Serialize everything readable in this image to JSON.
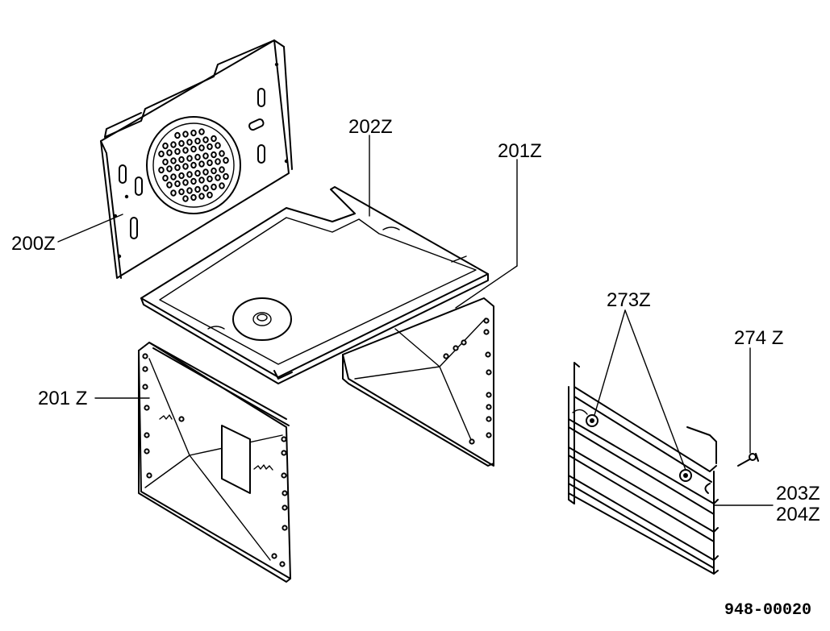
{
  "labels": {
    "rear_panel": "200Z",
    "top_panel": "202Z",
    "side_panel_right": "201Z",
    "side_panel_left": "201 Z",
    "rack_bolts": "273Z",
    "screw": "274 Z",
    "rack_a": "203Z",
    "rack_b": "204Z"
  },
  "reference": "948-00020"
}
